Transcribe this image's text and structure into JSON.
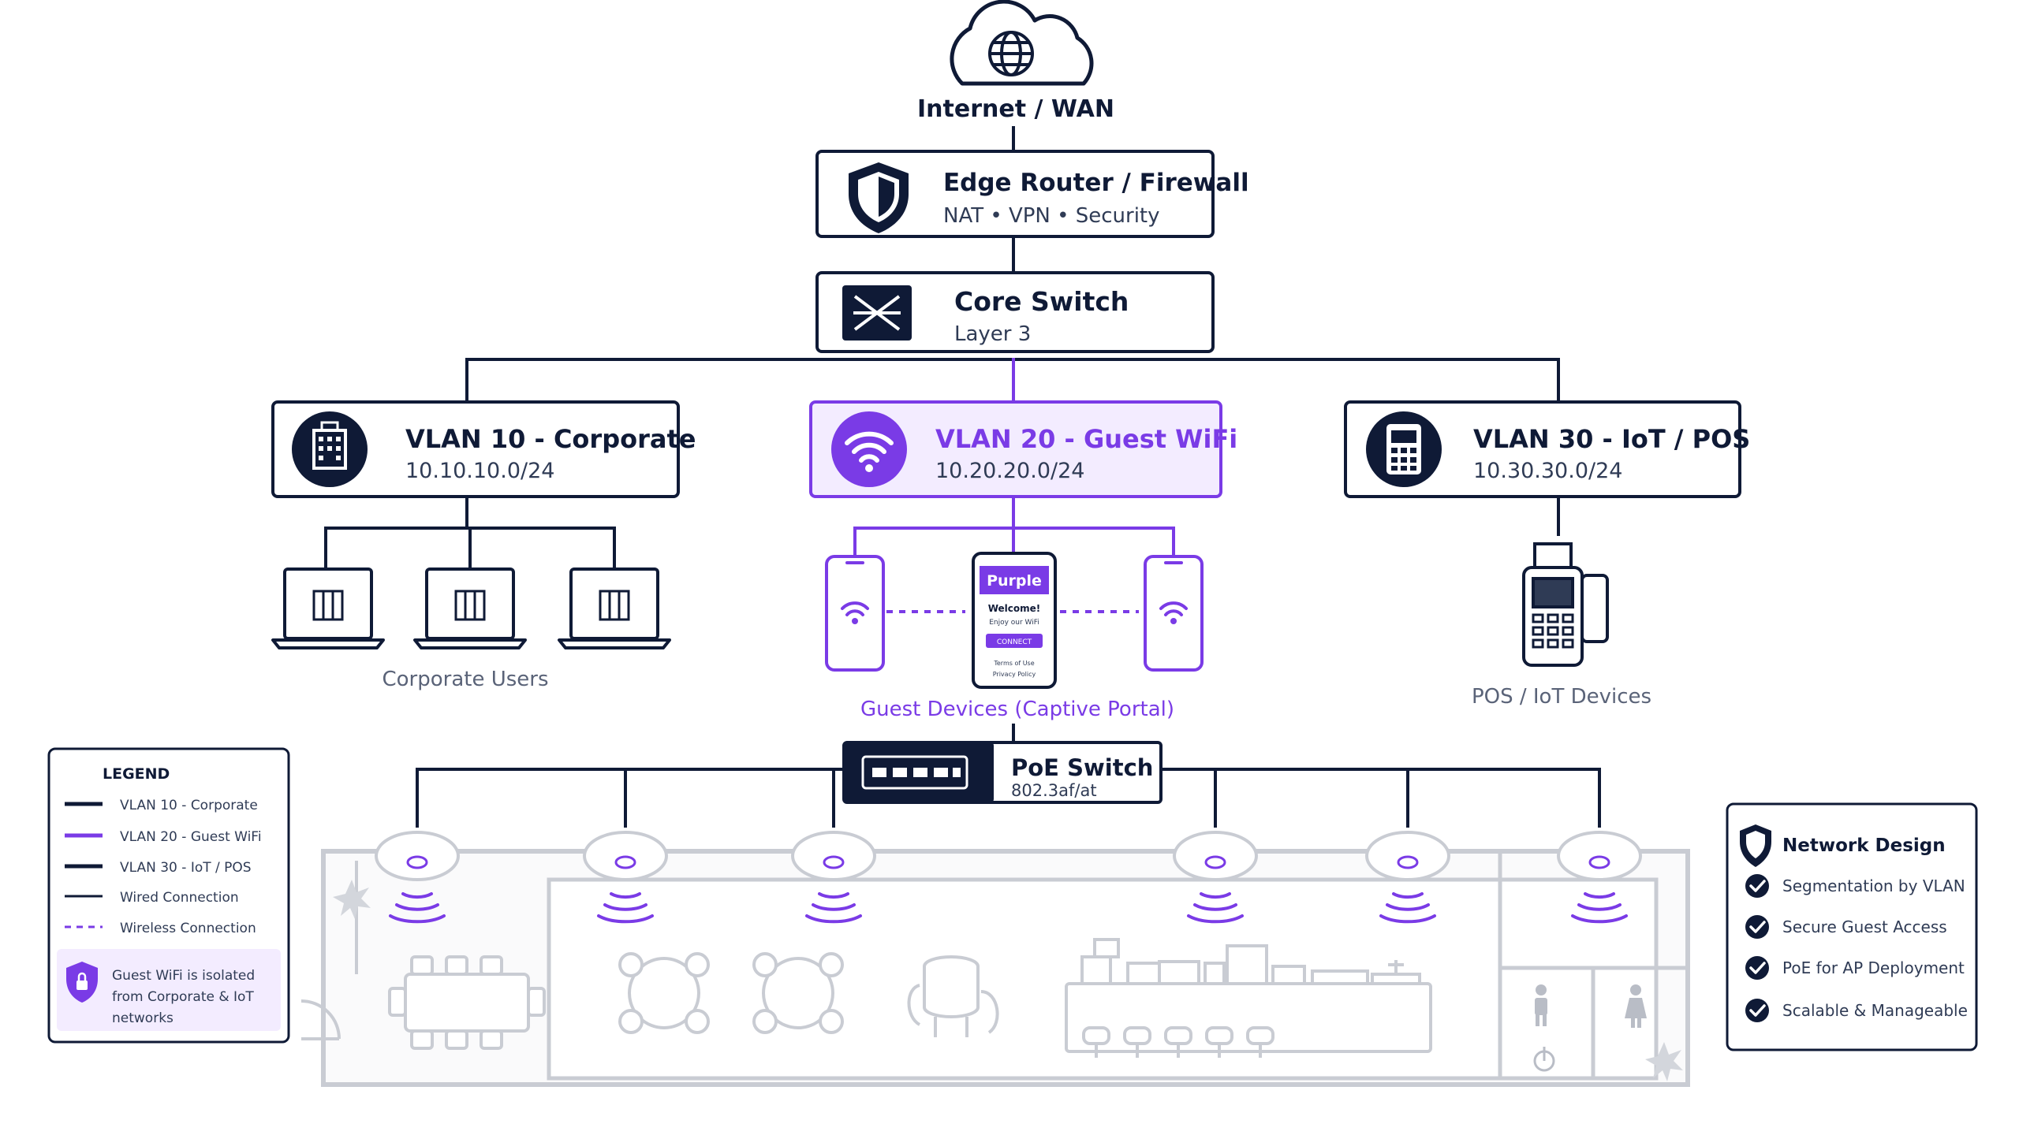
{
  "internet": {
    "label": "Internet / WAN"
  },
  "router": {
    "title": "Edge Router / Firewall",
    "subtitle": "NAT • VPN • Security"
  },
  "core": {
    "title": "Core Switch",
    "subtitle": "Layer 3"
  },
  "vlans": [
    {
      "title": "VLAN 10 - Corporate",
      "subnet": "10.10.10.0/24"
    },
    {
      "title": "VLAN 20 - Guest WiFi",
      "subnet": "10.20.20.0/24"
    },
    {
      "title": "VLAN 30 - IoT / POS",
      "subnet": "10.30.30.0/24"
    }
  ],
  "groups": {
    "corporate": "Corporate Users",
    "guest": "Guest Devices (Captive Portal)",
    "pos": "POS / IoT Devices"
  },
  "portal": {
    "brand": "Purple",
    "welcome": "Welcome!",
    "tagline": "Enjoy our WiFi",
    "button": "CONNECT",
    "terms": "Terms of Use",
    "privacy": "Privacy Policy"
  },
  "poe": {
    "title": "PoE Switch",
    "subtitle": "802.3af/at"
  },
  "legend": {
    "title": "LEGEND",
    "items": [
      {
        "label": "VLAN 10 - Corporate"
      },
      {
        "label": "VLAN 20 - Guest WiFi"
      },
      {
        "label": "VLAN 30 - IoT / POS"
      },
      {
        "label": "Wired Connection"
      },
      {
        "label": "Wireless Connection"
      }
    ],
    "note_lines": [
      "Guest WiFi is isolated",
      "from Corporate & IoT",
      "networks"
    ]
  },
  "design": {
    "title": "Network Design",
    "items": [
      "Segmentation by VLAN",
      "Secure Guest Access",
      "PoE for AP Deployment",
      "Scalable & Manageable"
    ]
  },
  "colors": {
    "navy": "#0f1a36",
    "purple": "#7a3be6",
    "lavender": "#f3ecff",
    "floor": "#c9ccd3"
  },
  "icons": {
    "internet": "cloud-globe-icon",
    "router": "shield-icon",
    "core": "switch-arrows-icon",
    "vlan10": "building-icon",
    "vlan20": "wifi-icon",
    "vlan30": "pos-terminal-icon",
    "poe": "poe-ports-icon",
    "legend_note": "lock-shield-icon",
    "design": "shield-icon",
    "check": "check-circle-icon"
  }
}
